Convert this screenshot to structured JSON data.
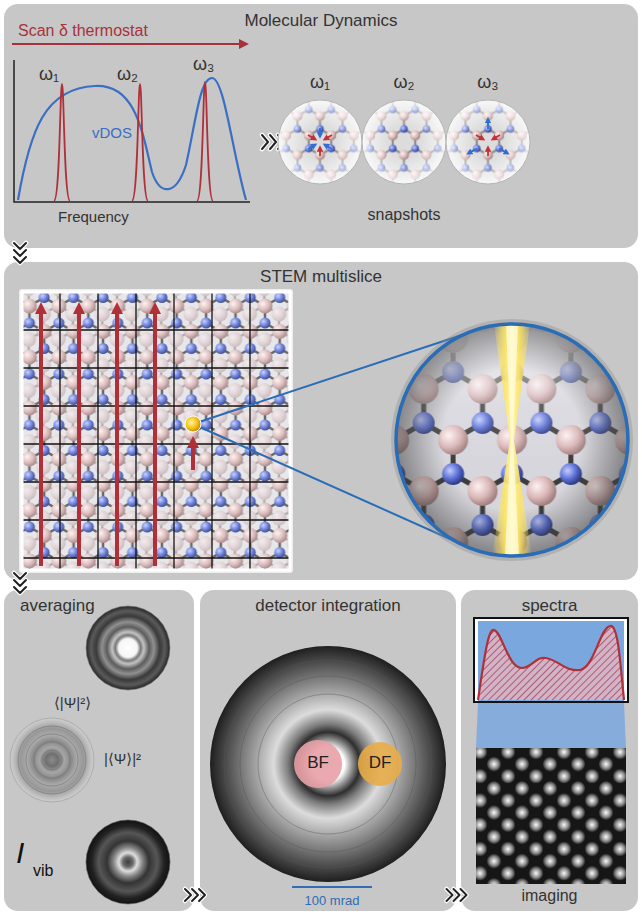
{
  "diagram": {
    "nodes": [
      {
        "text": [
          "Molecular Dynamics"
        ]
      },
      {
        "text": [
          "STEM multislice"
        ]
      },
      {
        "text": [
          "averaging"
        ]
      },
      {
        "text": [
          "detector integration"
        ]
      },
      {
        "text": [
          "spectra",
          "imaging"
        ]
      }
    ],
    "edges": [
      {
        "from": 0,
        "to": 1,
        "arrow": "to"
      },
      {
        "from": 1,
        "to": 2,
        "arrow": "to"
      },
      {
        "from": 2,
        "to": 3,
        "arrow": "to"
      },
      {
        "from": 3,
        "to": 4,
        "arrow": "to"
      }
    ],
    "labels": [
      "Scan δ thermostat",
      "ω₁",
      "ω₂",
      "ω₃",
      "vDOS",
      "Frequency",
      "ω₁",
      "ω₂",
      "ω₃",
      "snapshots",
      "⟨|Ψ|²⟩",
      "|⟨Ψ⟩|²",
      "I",
      "vib",
      "BF",
      "DF",
      "100 mrad"
    ]
  }
}
